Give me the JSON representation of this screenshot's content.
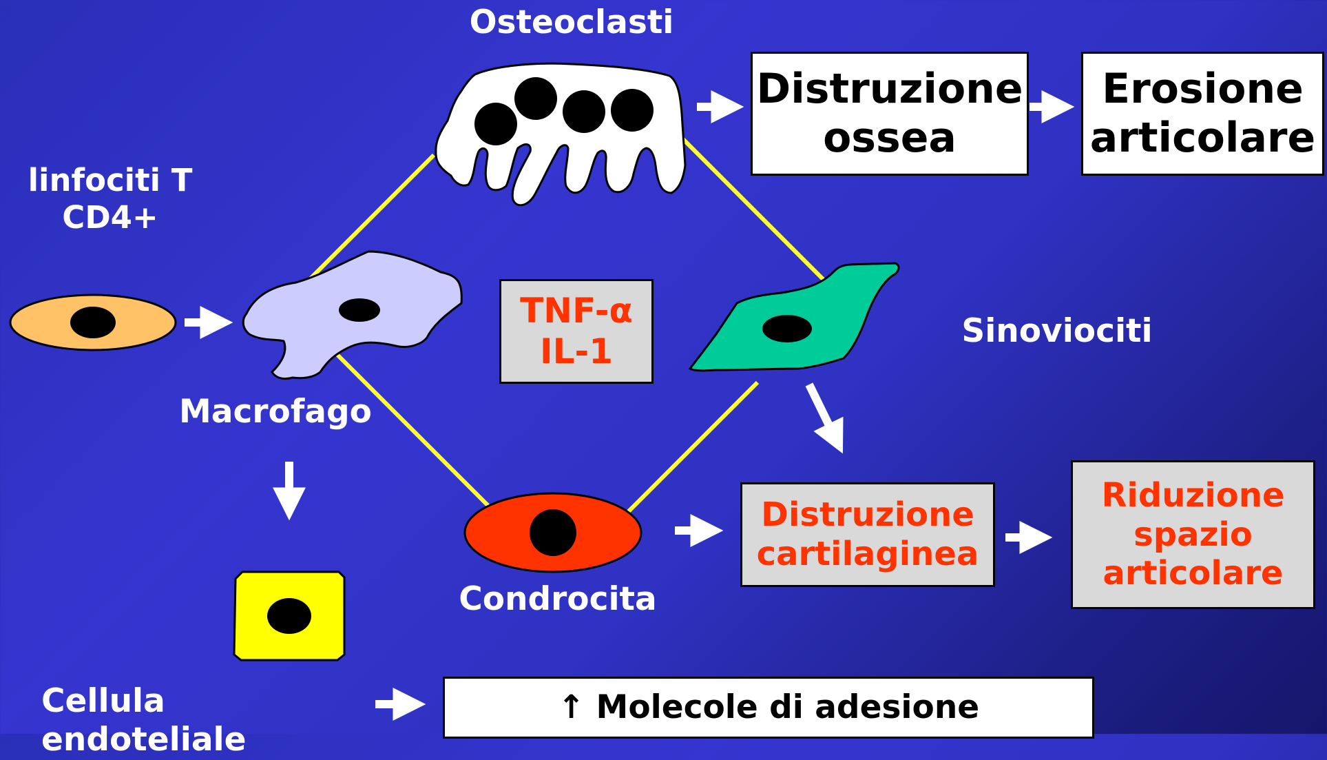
{
  "labels": {
    "osteoclasti": "Osteoclasti",
    "linfociti_line1": "linfociti T",
    "linfociti_line2": "CD4+",
    "macrofago": "Macrofago",
    "sinoviociti": "Sinoviociti",
    "condrocita": "Condrocita",
    "cellula_endoteliale": "Cellula endoteliale"
  },
  "boxes": {
    "cytokines": {
      "line1": "TNF-α",
      "line2": "IL-1"
    },
    "distruzione_ossea": {
      "line1": "Distruzione",
      "line2": "ossea"
    },
    "erosione_articolare": {
      "line1": "Erosione",
      "line2": "articolare"
    },
    "distruzione_cartilaginea": {
      "line1": "Distruzione",
      "line2": "cartilaginea"
    },
    "riduzione_spazio": {
      "line1": "Riduzione",
      "line2": "spazio",
      "line3": "articolare"
    },
    "molecole_adesione": "↑ Molecole di adesione"
  },
  "colors": {
    "lymphocyte": "#ffc266",
    "macrophage": "#ccccff",
    "synoviocyte": "#00cc99",
    "chondrocyte": "#ff3300",
    "endothelial": "#ffff00",
    "connector": "#ffff33",
    "red_text": "#ff3300"
  }
}
